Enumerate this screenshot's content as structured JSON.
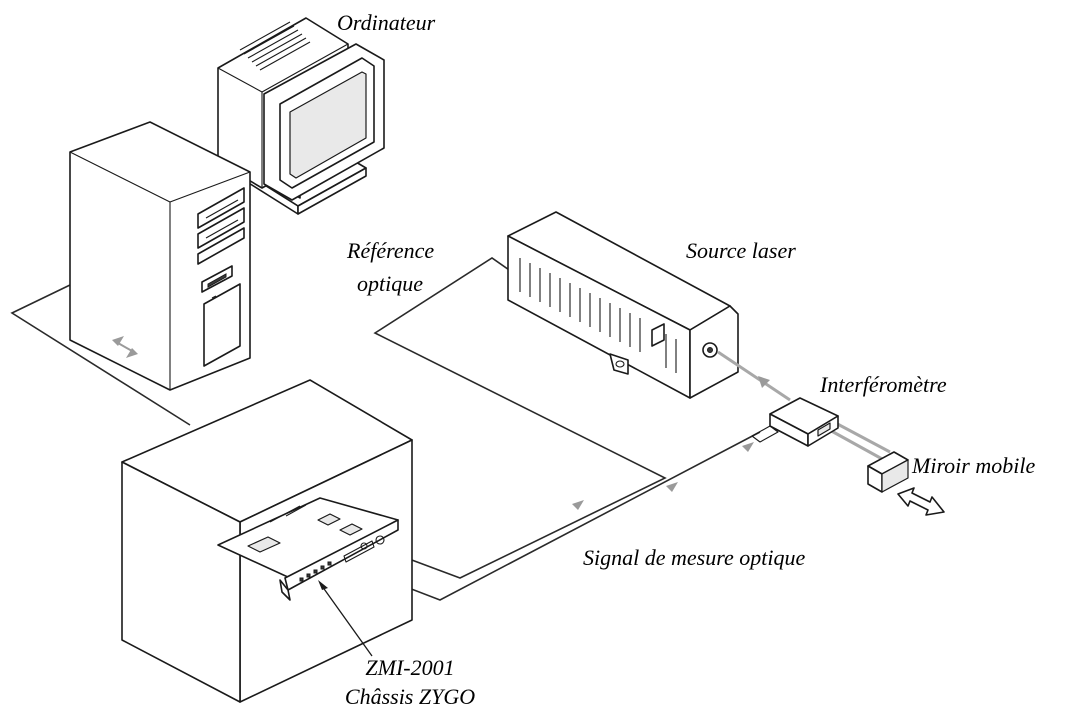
{
  "labels": {
    "computer": "Ordinateur",
    "optical_reference_line1": "Référence",
    "optical_reference_line2": "optique",
    "laser_source": "Source laser",
    "interferometer": "Interféromètre",
    "moving_mirror": "Miroir mobile",
    "optical_measurement_signal": "Signal de mesure optique",
    "board_line1": "ZMI-2001",
    "board_line2": "Châssis ZYGO"
  },
  "colors": {
    "line": "#1a1a1a",
    "beam": "#a8a8a8",
    "arrow": "#9a9a9a",
    "background": "#ffffff"
  }
}
